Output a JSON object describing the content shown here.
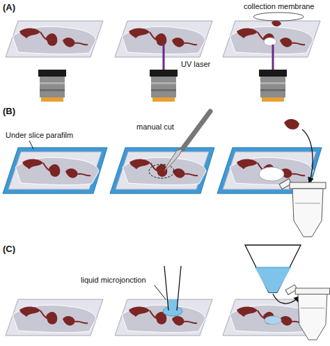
{
  "diagram": {
    "labels": [
      "(A)",
      "collection membrane",
      "UV laser",
      "(B)",
      "Under slice parafilm",
      "manual cut",
      "(C)",
      "liquid microjonction"
    ]
  }
}
